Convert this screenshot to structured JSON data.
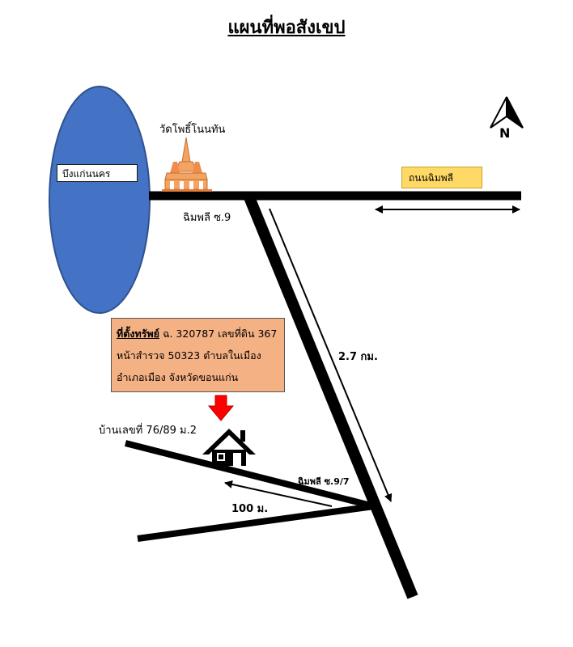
{
  "title": "แผนที่พอสังเขป",
  "lake": {
    "label": "บึงแก่นนคร",
    "fill": "#4472c4"
  },
  "temple": {
    "label": "วัดโพธิ์โนนทัน",
    "color": "#f4a460"
  },
  "road_main": {
    "label": "ถนนฉิมพลี",
    "sign_color": "#ffd966"
  },
  "soi_9": {
    "label": "ฉิมพลี ซ.9"
  },
  "soi_9_7": {
    "label": "ฉิมพลี ซ.9/7"
  },
  "distance_long": "2.7 กม.",
  "distance_short": "100 ม.",
  "house": {
    "label": "บ้านเลขที่ 76/89 ม.2",
    "marker_color": "#ff0000"
  },
  "north": {
    "label": "N"
  },
  "property_box": {
    "heading": "ที่ตั้งทรัพย์",
    "line1_rest": " ฉ. 320787 เลขที่ดิน 367",
    "line2": "หน้าสำรวจ 50323 ตำบลในเมือง",
    "line3": "อำเภอเมือง จังหวัดขอนแก่น",
    "fill": "#f4b183"
  }
}
